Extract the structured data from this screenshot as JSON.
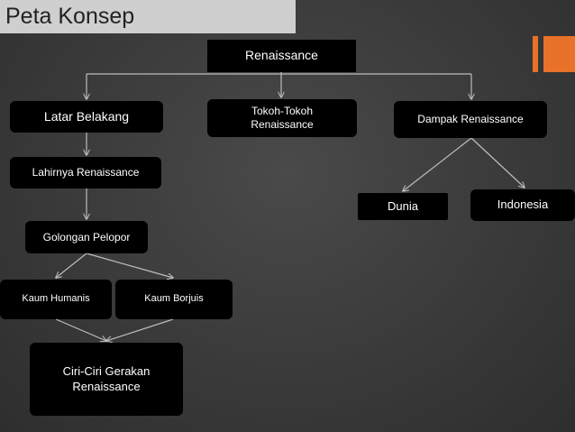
{
  "slide_title": "Peta Konsep",
  "nodes": {
    "root": "Renaissance",
    "latar": "Latar Belakang",
    "tokoh": "Tokoh-Tokoh Renaissance",
    "dampak": "Dampak Renaissance",
    "lahirnya": "Lahirnya Renaissance",
    "golongan": "Golongan Pelopor",
    "humanis": "Kaum Humanis",
    "borjuis": "Kaum Borjuis",
    "ciri": "Ciri-Ciri Gerakan Renaissance",
    "dunia": "Dunia",
    "indonesia": "Indonesia"
  },
  "colors": {
    "node_fill": "#000000",
    "node_text": "#ffffff",
    "title_bg": "#cfcfcf",
    "accent": "#e8722a",
    "connector": "#bdbdbd"
  }
}
